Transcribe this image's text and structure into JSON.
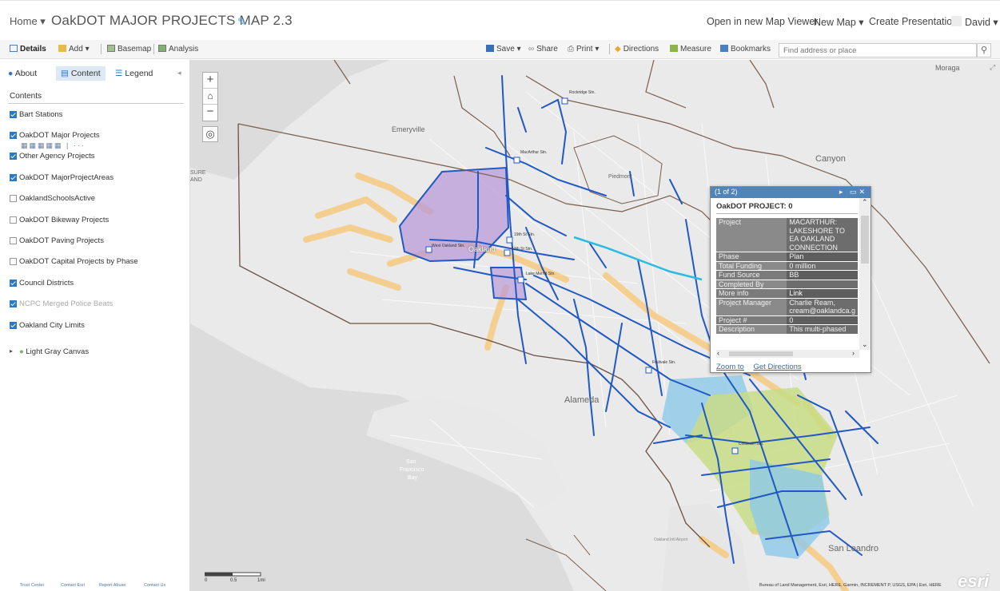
{
  "header": {
    "home_label": "Home ▾",
    "title": "OakDOT MAJOR PROJECTS MAP 2.3",
    "links": [
      "Open in new Map Viewer",
      "New Map ▾",
      "Create Presentation"
    ],
    "user": "David ▾"
  },
  "toolbar": {
    "left": [
      "Details",
      "Add ▾",
      "Basemap",
      "Analysis"
    ],
    "right": [
      "Save ▾",
      "Share",
      "Print ▾",
      "Directions",
      "Measure",
      "Bookmarks"
    ],
    "search_placeholder": "Find address or place"
  },
  "sidebar": {
    "tabs": [
      "About",
      "Content",
      "Legend"
    ],
    "contents_label": "Contents",
    "layers": [
      {
        "label": "Bart Stations",
        "checked": true
      },
      {
        "label": "OakDOT Major Projects",
        "checked": true
      },
      {
        "label": "Other Agency Projects",
        "checked": true
      },
      {
        "label": "OakDOT MajorProjectAreas",
        "checked": true
      },
      {
        "label": "OaklandSchoolsActive",
        "checked": false
      },
      {
        "label": "OakDOT Bikeway Projects",
        "checked": false
      },
      {
        "label": "OakDOT Paving Projects",
        "checked": false
      },
      {
        "label": "OakDOT Capital Projects by Phase",
        "checked": false
      },
      {
        "label": "Council Districts",
        "checked": true
      },
      {
        "label": "NCPC Merged Police Beats",
        "checked": true
      },
      {
        "label": "Oakland City Limits",
        "checked": true
      }
    ],
    "basemap": "Light Gray Canvas",
    "footer": [
      "Trust Center",
      "Contact Esri",
      "Report Abuse",
      "Contact Us"
    ]
  },
  "map": {
    "labels": [
      "Moraga",
      "Emeryville",
      "Canyon",
      "Piedmont",
      "Alameda",
      "San Leandro",
      "San",
      "Francisco",
      "Bay",
      "SURE",
      "AND"
    ],
    "small_labels": [
      "Rockridge Stn.",
      "MacArthur Stn.",
      "19th St Stn.",
      "12th St Stn.",
      "West Oakland Stn.",
      "Lake Merritt Stn.",
      "Fruitvale Stn.",
      "Coliseum Stn.",
      "Oakland",
      "Oakland Intl Airport"
    ],
    "scale": [
      "0",
      "0.5",
      "1mi"
    ],
    "attribution": "Bureau of Land Management, Esri, HERE, Garmin, INCREMENT P, USGS, EPA | Esri, HERE",
    "logo": "esri"
  },
  "popup": {
    "counter": "(1 of 2)",
    "title": "OakDOT PROJECT: 0",
    "rows": [
      {
        "key": "Project",
        "value": "MACARTHUR: LAKESHORE TO EA OAKLAND CONNECTION"
      },
      {
        "key": "Phase",
        "value": "Plan"
      },
      {
        "key": "Total Funding",
        "value": "0 million"
      },
      {
        "key": "Fund Source",
        "value": "BB"
      },
      {
        "key": "Completed By",
        "value": ""
      },
      {
        "key": "More info",
        "value": "Link"
      },
      {
        "key": "Project Manager",
        "value": "Charlie Ream, cream@oaklandca.g"
      },
      {
        "key": "Project #",
        "value": "0"
      },
      {
        "key": "Description",
        "value": "This multi-phased"
      }
    ],
    "actions": [
      "Zoom to",
      "Get Directions"
    ]
  },
  "colors": {
    "project_line": "#2158c4",
    "highlight_line": "#2bbbe0",
    "area_purple": "#b99ad8",
    "area_green": "#c8dc86",
    "area_blue": "#8cc8e8",
    "other_agency": "#f6cc86",
    "city_limits": "#7a5c4a",
    "accent": "#2979c9"
  }
}
